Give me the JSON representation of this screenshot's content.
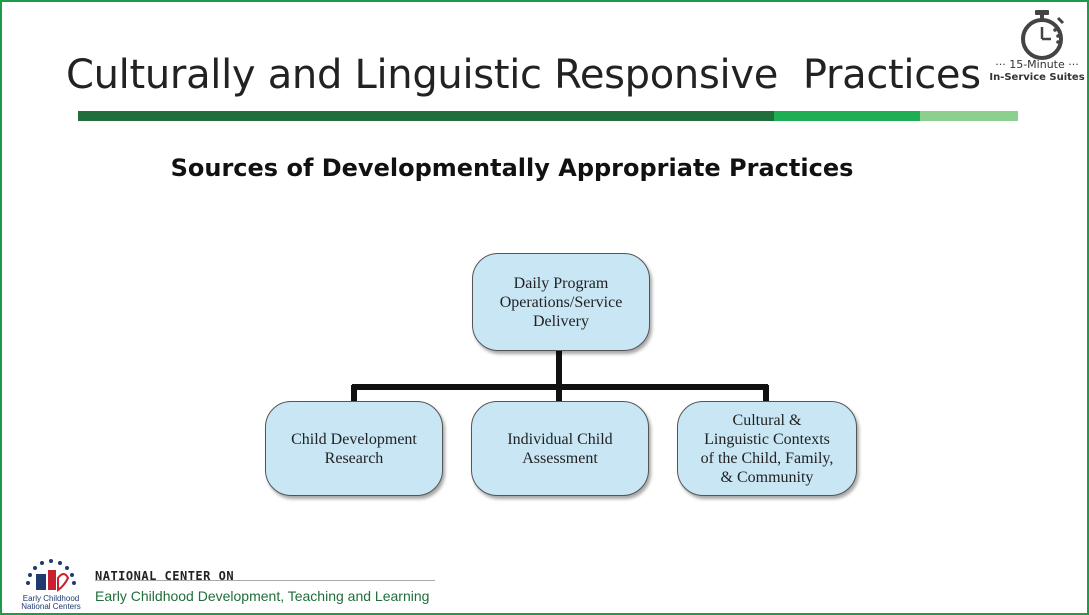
{
  "slide": {
    "title": "Culturally and Linguistic Responsive  Practices",
    "subtitle": "Sources of Developmentally Appropriate Practices"
  },
  "badge": {
    "line1": "··· 15-Minute ···",
    "line2": "In-Service Suites",
    "icon": "stopwatch-icon"
  },
  "diagram": {
    "root": "Daily Program\nOperations/Service\nDelivery",
    "children": [
      "Child Development\nResearch",
      "Individual Child\nAssessment",
      "Cultural &\nLinguistic Contexts\nof the Child, Family,\n& Community"
    ]
  },
  "footer": {
    "logo_text": "Early Childhood\nNational Centers",
    "org_line1": "NATIONAL CENTER ON",
    "org_line2": "Early Childhood Development, Teaching and Learning"
  },
  "colors": {
    "border": "#1a9c4a",
    "rule_dark": "#1f6e3b",
    "rule_mid": "#1fae52",
    "rule_light": "#8ccf8e",
    "box_fill": "#c9e6f5"
  }
}
